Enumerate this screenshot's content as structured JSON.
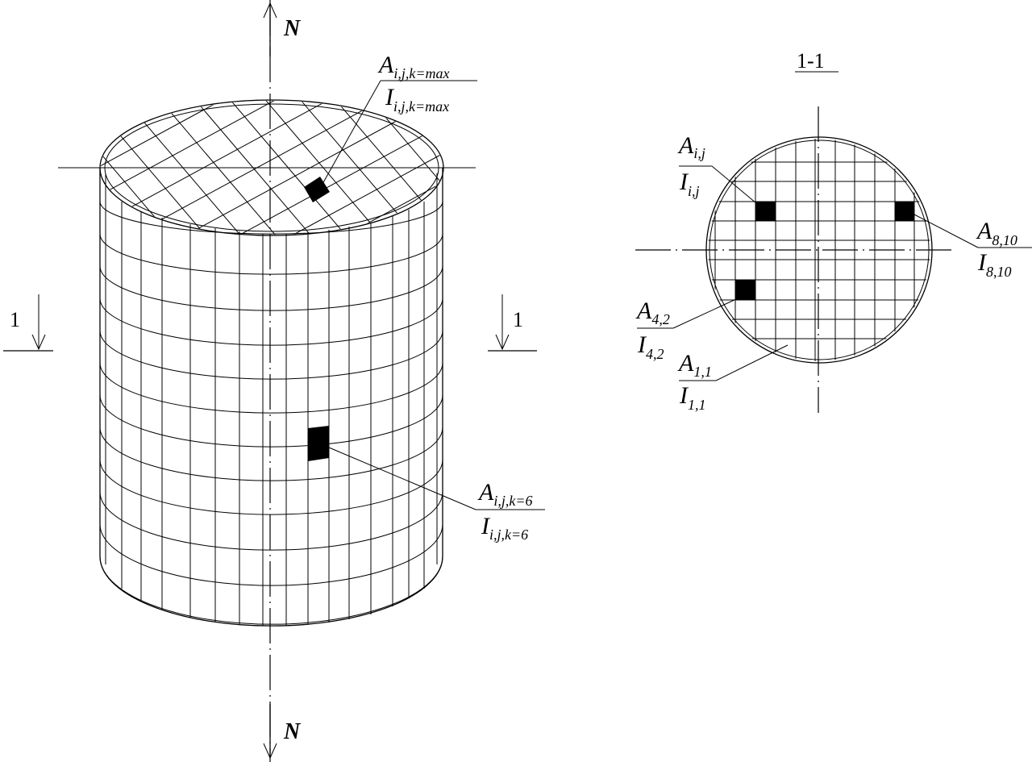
{
  "diagram": {
    "type": "engineering-schematic",
    "description": "Cylindrical column discretized into elementary areas with section 1-1",
    "force_label_top": "N",
    "force_label_bottom": "N",
    "section_marker_left": "1",
    "section_marker_right": "1",
    "section_title": "1-1",
    "cylinder_labels": {
      "top_element": {
        "A": "A",
        "A_sub": "i,j,k=max",
        "I": "I",
        "I_sub": "i,j,k=max"
      },
      "side_element": {
        "A": "A",
        "A_sub": "i,j,k=6",
        "I": "I",
        "I_sub": "i,j,k=6"
      }
    },
    "section_labels": {
      "generic": {
        "A": "A",
        "A_sub": "i,j",
        "I": "I",
        "I_sub": "i,j"
      },
      "e810": {
        "A": "A",
        "A_sub": "8,10",
        "I": "I",
        "I_sub": "8,10"
      },
      "e42": {
        "A": "A",
        "A_sub": "4,2",
        "I": "I",
        "I_sub": "4,2"
      },
      "e11": {
        "A": "A",
        "A_sub": "1,1",
        "I": "I",
        "I_sub": "1,1"
      }
    },
    "colors": {
      "line": "#000000",
      "background": "#ffffff",
      "highlight": "#000000"
    }
  }
}
